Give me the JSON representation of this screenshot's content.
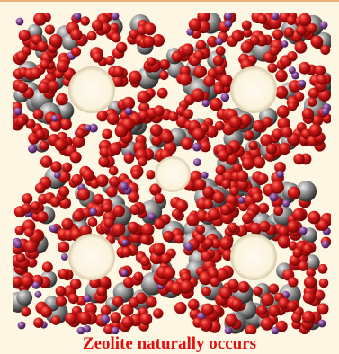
{
  "caption": "Zeolite naturally occurs",
  "colors": {
    "background": "#fdf6e3",
    "oxygen": "#d01818",
    "oxygen_dark": "#8a0808",
    "silicon": "#8c8c8c",
    "silicon_dark": "#3e3e3e",
    "cation": "#7a3f8e",
    "caption": "#e01010",
    "top_rule": "#e6b27a"
  },
  "image": {
    "subject": "zeolite-framework-space-filling-model",
    "cages": 4,
    "pores": 5
  }
}
